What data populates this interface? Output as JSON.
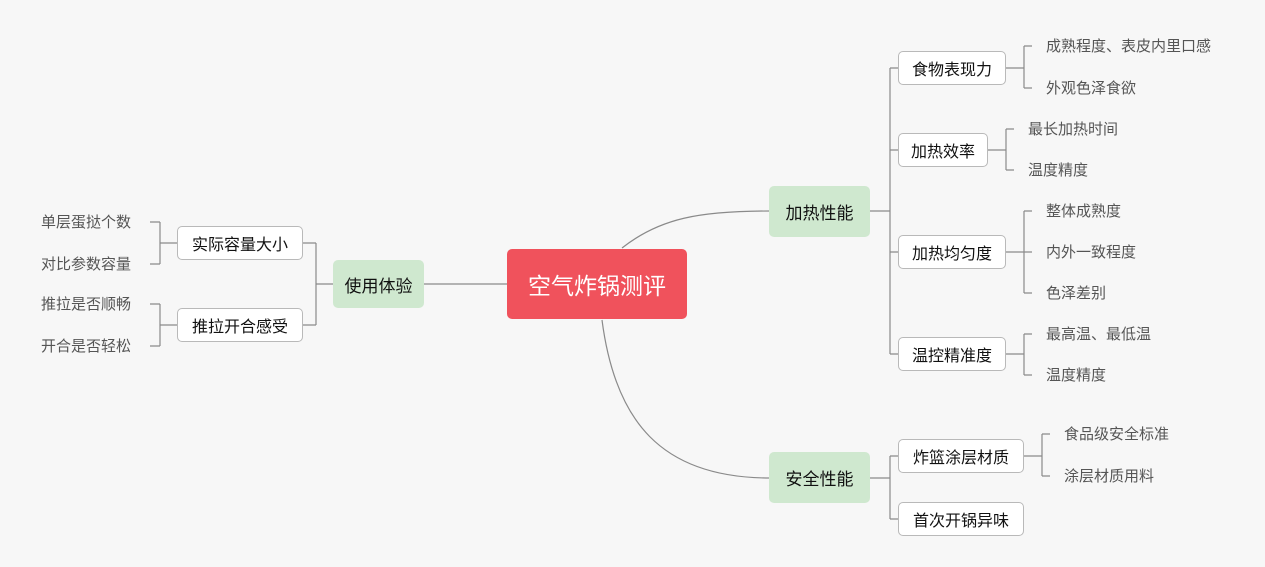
{
  "root": {
    "label": "空气炸锅测评"
  },
  "branches": {
    "heating": {
      "label": "加热性能",
      "children": [
        {
          "label": "食物表现力",
          "leaves": [
            "成熟程度、表皮内里口感",
            "外观色泽食欲"
          ]
        },
        {
          "label": "加热效率",
          "leaves": [
            "最长加热时间",
            "温度精度"
          ]
        },
        {
          "label": "加热均匀度",
          "leaves": [
            "整体成熟度",
            "内外一致程度",
            "色泽差别"
          ]
        },
        {
          "label": "温控精准度",
          "leaves": [
            "最高温、最低温",
            "温度精度"
          ]
        }
      ]
    },
    "safety": {
      "label": "安全性能",
      "children": [
        {
          "label": "炸篮涂层材质",
          "leaves": [
            "食品级安全标准",
            "涂层材质用料"
          ]
        },
        {
          "label": "首次开锅异味",
          "leaves": []
        }
      ]
    },
    "usage": {
      "label": "使用体验",
      "children": [
        {
          "label": "实际容量大小",
          "leaves": [
            "单层蛋挞个数",
            "对比参数容量"
          ]
        },
        {
          "label": "推拉开合感受",
          "leaves": [
            "推拉是否顺畅",
            "开合是否轻松"
          ]
        }
      ]
    }
  },
  "colors": {
    "root": "#f0525c",
    "main": "#cfe8cf",
    "line": "#8a8a8a"
  }
}
